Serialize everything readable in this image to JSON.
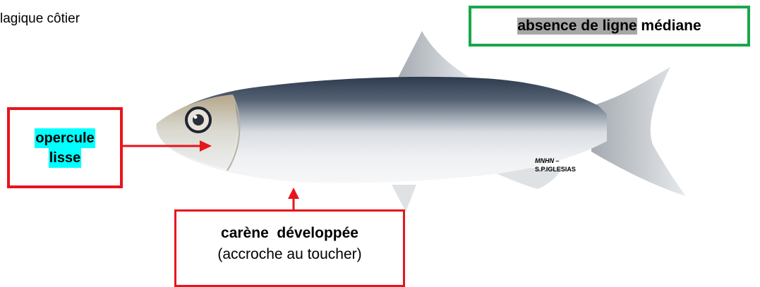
{
  "top_left_text": "lagique côtier",
  "labels": {
    "lateral_line": {
      "highlighted": "absence de ligne",
      "rest": " médiane",
      "border_color": "#1aa64a",
      "highlight_color": "#a6a6a6"
    },
    "operculum": {
      "line1": "opercule",
      "line2": "lisse",
      "border_color": "#e8141c",
      "highlight_color": "#00ffff"
    },
    "keel": {
      "line1": "carène  développée",
      "line2": "(accroche au toucher)",
      "border_color": "#e8141c"
    }
  },
  "credit": {
    "line1": "MNHN",
    "line1_suffix": " –",
    "line2": "S.P.IGLESIAS"
  },
  "icons": [
    "fish-illustration",
    "arrow-right-icon",
    "arrow-up-icon"
  ]
}
